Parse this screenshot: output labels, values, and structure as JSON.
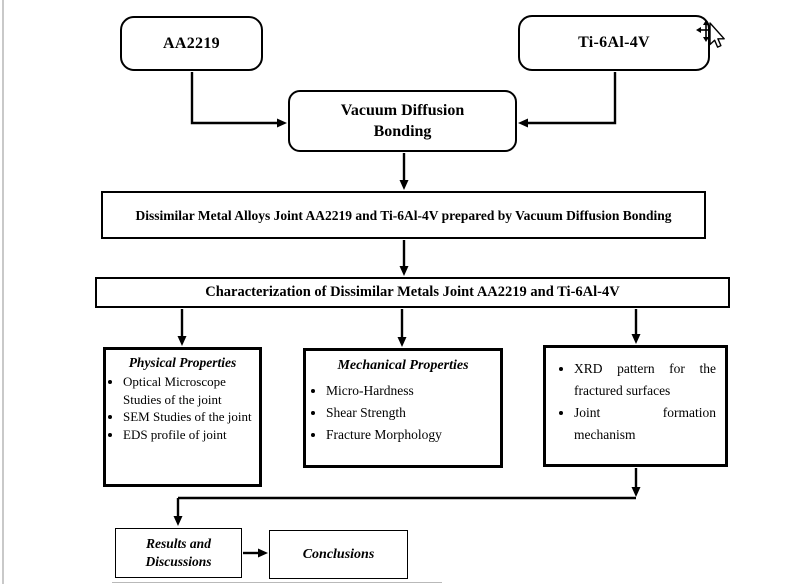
{
  "canvas": {
    "bg": "#ffffff",
    "ink": "#000000",
    "page_edge_color": "#c9c9c9",
    "bottom_rule_color": "#b9b9b9"
  },
  "cursor": {
    "icon": "move-pointer-cursor"
  },
  "flowchart": {
    "nodes": {
      "aa2219": {
        "label": "AA2219"
      },
      "ti6al4v": {
        "label": "Ti-6Al-4V"
      },
      "vacuum": {
        "label": "Vacuum Diffusion Bonding"
      },
      "dissimilar": {
        "label": "Dissimilar Metal Alloys Joint AA2219 and Ti-6Al-4V prepared by Vacuum Diffusion Bonding"
      },
      "characterization": {
        "label": "Characterization of Dissimilar Metals Joint AA2219 and Ti-6Al-4V"
      },
      "physical": {
        "heading": "Physical Properties",
        "items": [
          "Optical Microscope Studies of the joint",
          "SEM Studies of the joint",
          "EDS profile of joint"
        ]
      },
      "mechanical": {
        "heading": "Mechanical Properties",
        "items": [
          "Micro-Hardness",
          "Shear Strength",
          "Fracture Morphology"
        ]
      },
      "xrd": {
        "items": [
          "XRD pattern for the fractured surfaces",
          "Joint formation mechanism"
        ]
      },
      "results": {
        "label": "Results and Discussions"
      },
      "conclusions": {
        "label": "Conclusions"
      }
    }
  }
}
